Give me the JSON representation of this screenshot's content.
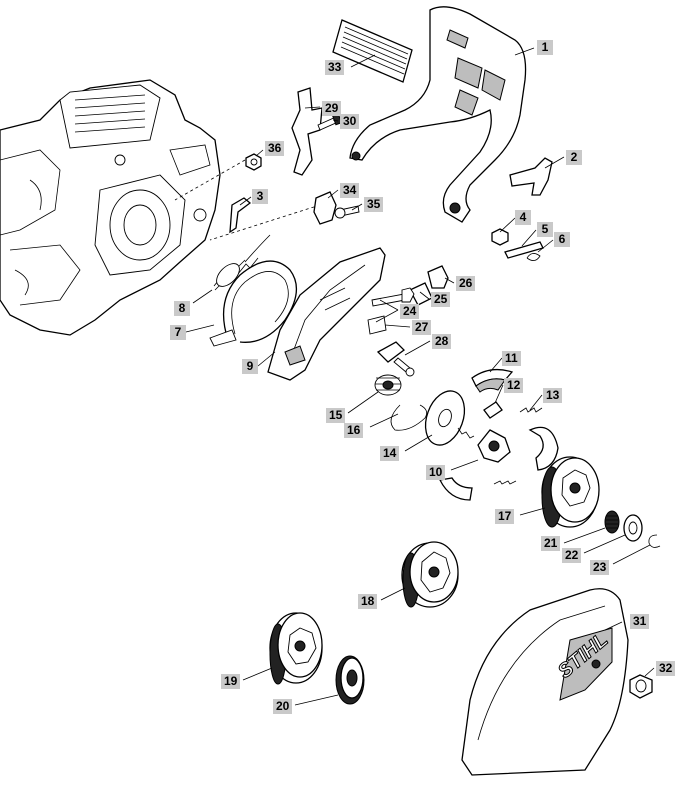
{
  "diagram": {
    "brand_text": "STIHL",
    "labels": [
      {
        "id": "p1",
        "text": "1"
      },
      {
        "id": "p2",
        "text": "2"
      },
      {
        "id": "p3",
        "text": "3"
      },
      {
        "id": "p4",
        "text": "4"
      },
      {
        "id": "p5",
        "text": "5"
      },
      {
        "id": "p6",
        "text": "6"
      },
      {
        "id": "p7",
        "text": "7"
      },
      {
        "id": "p8",
        "text": "8"
      },
      {
        "id": "p9",
        "text": "9"
      },
      {
        "id": "p10",
        "text": "10"
      },
      {
        "id": "p11",
        "text": "11"
      },
      {
        "id": "p12",
        "text": "12"
      },
      {
        "id": "p13",
        "text": "13"
      },
      {
        "id": "p14",
        "text": "14"
      },
      {
        "id": "p15",
        "text": "15"
      },
      {
        "id": "p16",
        "text": "16"
      },
      {
        "id": "p17",
        "text": "17"
      },
      {
        "id": "p18",
        "text": "18"
      },
      {
        "id": "p19",
        "text": "19"
      },
      {
        "id": "p20",
        "text": "20"
      },
      {
        "id": "p21",
        "text": "21"
      },
      {
        "id": "p22",
        "text": "22"
      },
      {
        "id": "p23",
        "text": "23"
      },
      {
        "id": "p24",
        "text": "24"
      },
      {
        "id": "p25",
        "text": "25"
      },
      {
        "id": "p26",
        "text": "26"
      },
      {
        "id": "p27",
        "text": "27"
      },
      {
        "id": "p28",
        "text": "28"
      },
      {
        "id": "p29",
        "text": "29"
      },
      {
        "id": "p30",
        "text": "30"
      },
      {
        "id": "p31",
        "text": "31"
      },
      {
        "id": "p32",
        "text": "32"
      },
      {
        "id": "p33",
        "text": "33"
      },
      {
        "id": "p34",
        "text": "34"
      },
      {
        "id": "p35",
        "text": "35"
      },
      {
        "id": "p36",
        "text": "36"
      }
    ]
  }
}
